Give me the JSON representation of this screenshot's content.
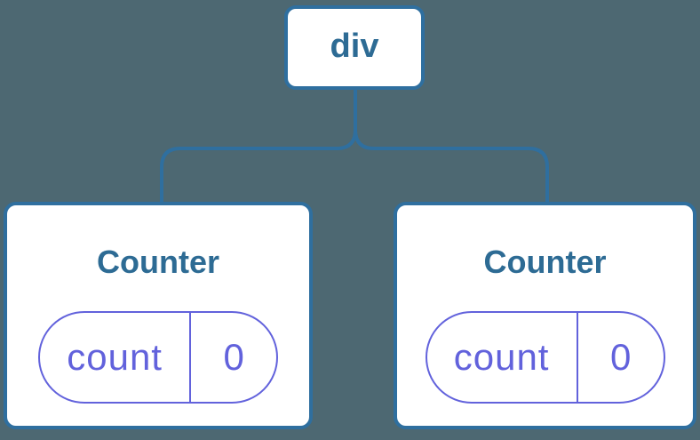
{
  "diagram": {
    "root": {
      "label": "div"
    },
    "children": [
      {
        "title": "Counter",
        "state": {
          "key": "count",
          "value": "0"
        }
      },
      {
        "title": "Counter",
        "state": {
          "key": "count",
          "value": "0"
        }
      }
    ],
    "colors": {
      "background": "#4D6872",
      "node_border": "#2F6F9F",
      "node_text": "#2D6B94",
      "state_accent": "#6262DC",
      "card_background": "#FFFFFF"
    }
  }
}
